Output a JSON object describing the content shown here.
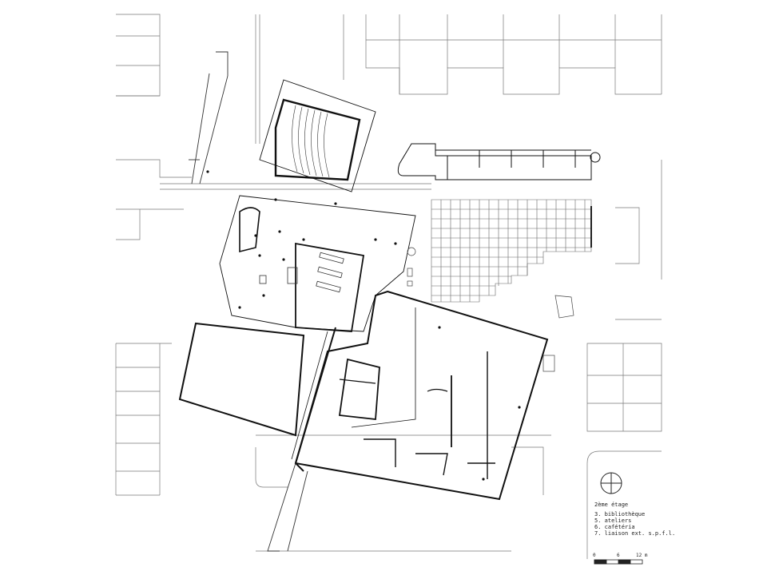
{
  "legend": {
    "title": "2ème étage",
    "items": [
      {
        "num": "3.",
        "label": "bibliothèque"
      },
      {
        "num": "5.",
        "label": "ateliers"
      },
      {
        "num": "6.",
        "label": "cafétéria"
      },
      {
        "num": "7.",
        "label": "liaison ext. s.p.f.l."
      }
    ]
  },
  "scale_bar": {
    "labels": [
      "0",
      "6",
      "12 m"
    ]
  },
  "colors": {
    "line": "#222222",
    "thin_line": "#555555",
    "background": "#ffffff"
  },
  "icons": {
    "compass": "north-compass-icon"
  }
}
